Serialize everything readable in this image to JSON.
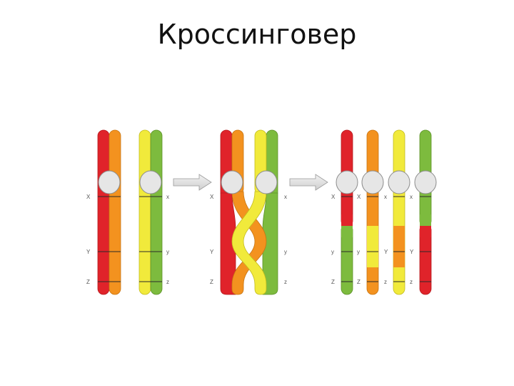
{
  "slide": {
    "title": "Кроссинговер"
  },
  "colors": {
    "red": "#e0232a",
    "orange": "#f3921f",
    "yellow": "#f1ea3b",
    "green": "#7dbb3e",
    "centromere": "#e6e6e6",
    "arrow": "#d9d9d9"
  },
  "labels": {
    "stage1": {
      "left": [
        "X",
        "Y",
        "Z"
      ],
      "right": [
        "x",
        "y",
        "z"
      ]
    },
    "stage2": {
      "left": [
        "X",
        "Y",
        "Z"
      ],
      "right": [
        "x",
        "y",
        "z"
      ]
    },
    "stage3": [
      [
        "X",
        "y",
        "Z"
      ],
      [
        "X",
        "y",
        "Z"
      ],
      [
        "x",
        "Y",
        "z"
      ],
      [
        "x",
        "Y",
        "z"
      ]
    ]
  }
}
